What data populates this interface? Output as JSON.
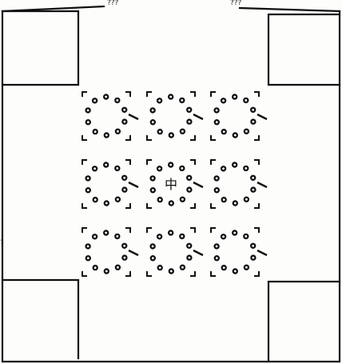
{
  "diagram": {
    "ink_color": "#111111",
    "paper_color": "#fdfdfb",
    "top_marks": [
      "???",
      "???"
    ],
    "left_margin_mark": "?",
    "center_grid": {
      "rows": 3,
      "cols": 3,
      "dots_per_ring": 10
    },
    "ring_centers": [
      "",
      "",
      "",
      "",
      "中",
      "",
      "",
      "",
      ""
    ],
    "seal_north_upper": "",
    "seal_north_lower": "",
    "seal_south_upper": "",
    "seal_south_lower": "",
    "seal_west": "",
    "seal_east": ""
  }
}
